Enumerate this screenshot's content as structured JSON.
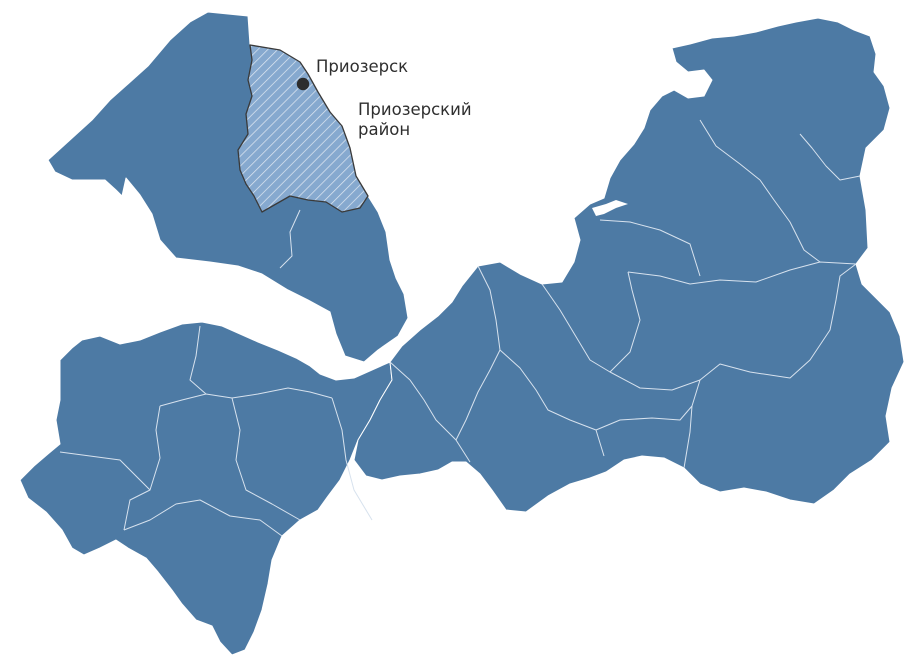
{
  "map": {
    "region_color": "#4d7aa4",
    "border_color": "#ffffff",
    "highlight_fill_color": "#86a9cf",
    "highlight_hatch_color": "#ffffff",
    "highlight_outline_color": "#3a3a3a",
    "marker_color": "#2d2d2d",
    "label_color": "#2f2f2f",
    "city": {
      "name": "Приозерск",
      "icon": "city-dot-icon"
    },
    "district": {
      "name_line1": "Приозерский",
      "name_line2": "район",
      "fill_pattern": "diagonal-hatch"
    }
  }
}
